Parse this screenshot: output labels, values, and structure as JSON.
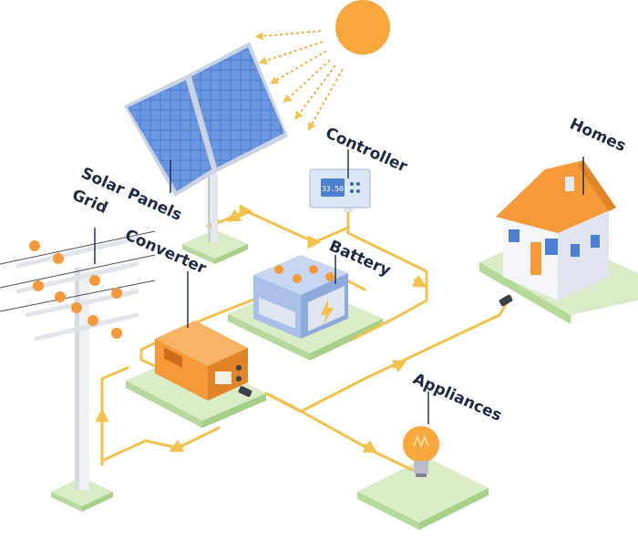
{
  "labels": {
    "solar_panels": "Solar Panels",
    "grid": "Grid",
    "converter": "Converter",
    "controller": "Controller",
    "battery": "Battery",
    "homes": "Homes",
    "appliances": "Appliances"
  },
  "controller_display": "33.50",
  "colors": {
    "wire": "#f2c14e",
    "platform_top": "#d9ecc7",
    "platform_side": "#b5d99a",
    "sun": "#f7a73b",
    "panel": "#4f7fd1",
    "converter": "#f59a3a",
    "roof": "#f59a3a",
    "label": "#1d2a44"
  }
}
